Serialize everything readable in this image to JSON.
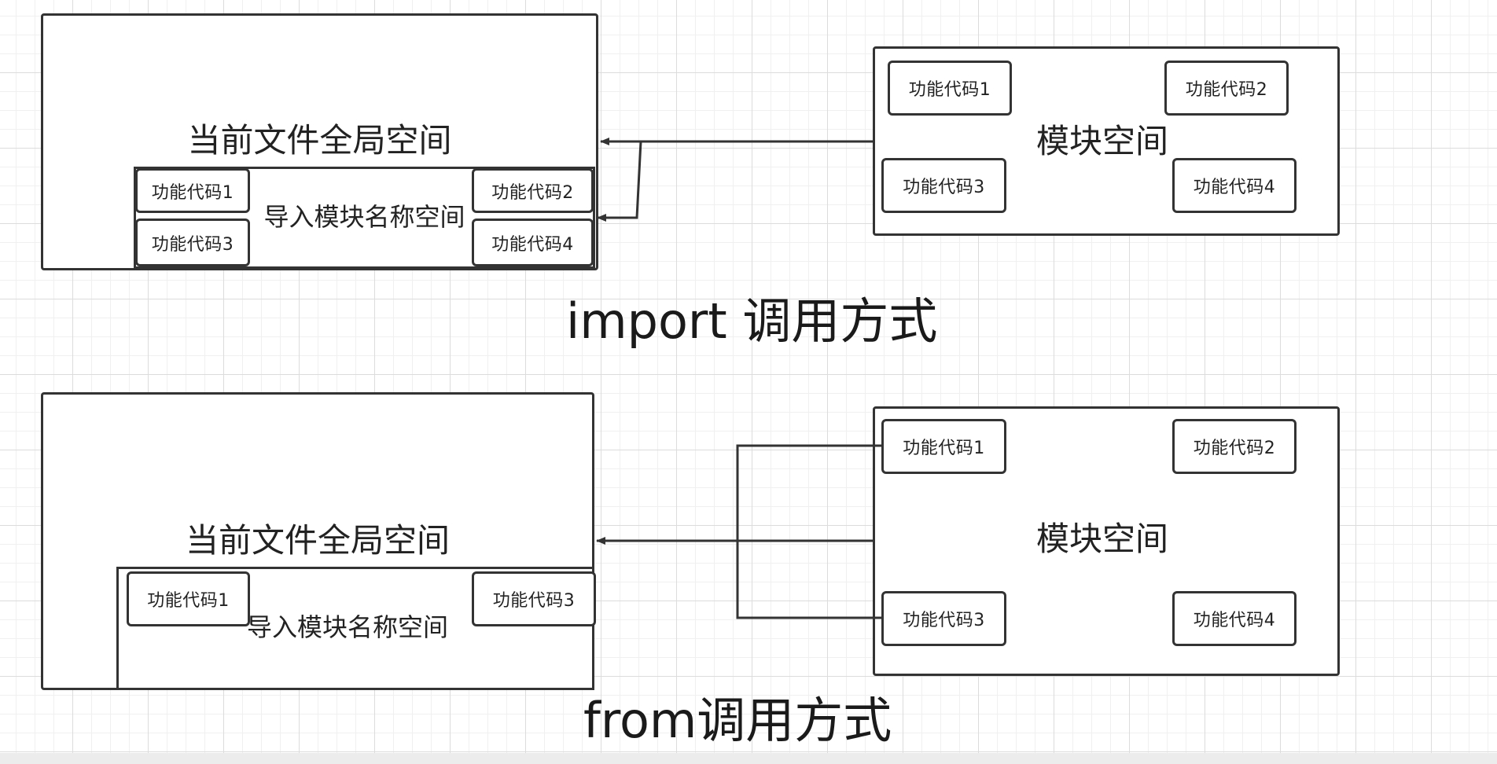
{
  "diagram1": {
    "current_space_label": "当前文件全局空间",
    "import_namespace_label": "导入模块名称空间",
    "import_codes": [
      "功能代码1",
      "功能代码2",
      "功能代码3",
      "功能代码4"
    ],
    "module_space_label": "模块空间",
    "module_codes": [
      "功能代码1",
      "功能代码2",
      "功能代码3",
      "功能代码4"
    ],
    "caption": "import 调用方式"
  },
  "diagram2": {
    "current_space_label": "当前文件全局空间",
    "import_namespace_label": "导入模块名称空间",
    "import_codes": [
      "功能代码1",
      "功能代码3"
    ],
    "module_space_label": "模块空间",
    "module_codes": [
      "功能代码1",
      "功能代码2",
      "功能代码3",
      "功能代码4"
    ],
    "caption": "from调用方式"
  },
  "colors": {
    "stroke": "#333333",
    "grid": "#dcdcdc"
  }
}
